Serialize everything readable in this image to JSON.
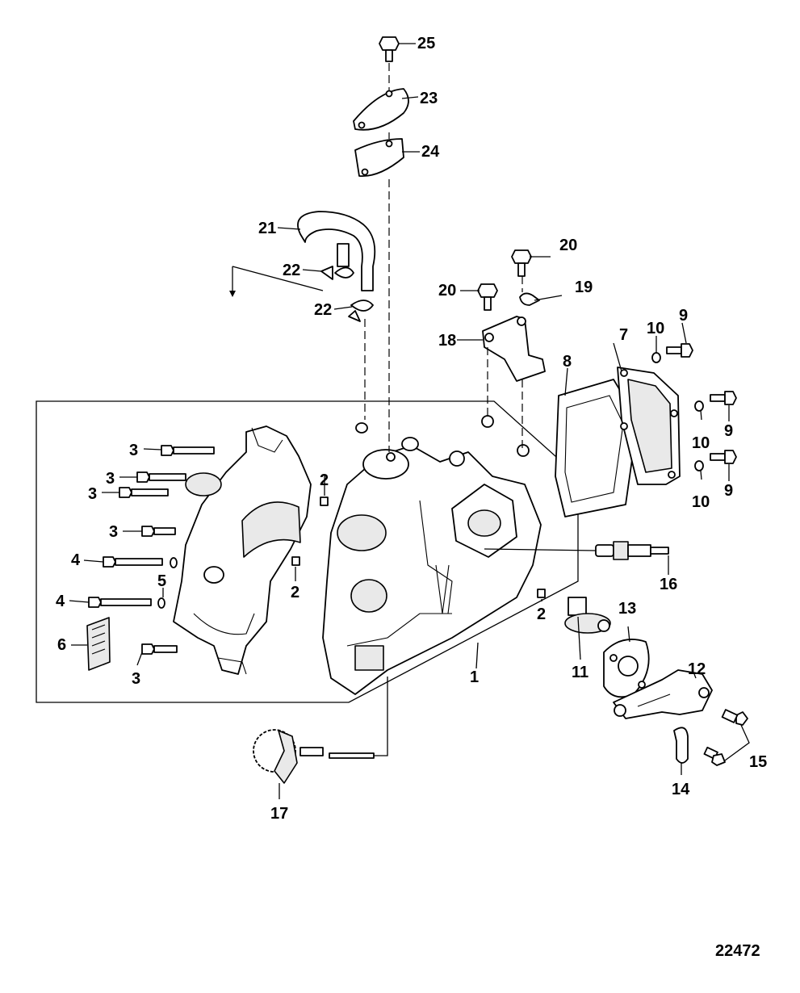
{
  "figure_number": "22472",
  "callouts": [
    "1",
    "2",
    "3",
    "4",
    "5",
    "6",
    "7",
    "8",
    "9",
    "10",
    "11",
    "12",
    "13",
    "14",
    "15",
    "16",
    "17",
    "18",
    "19",
    "20",
    "21",
    "22",
    "23",
    "24",
    "25"
  ],
  "parts": {
    "cylinder_block": "1",
    "dowel_pin": "2",
    "bolt_short": "3",
    "bolt_long": "4",
    "washer_small": "5",
    "decal": "6",
    "cover": "7",
    "gasket_cover": "8",
    "screw_cover": "9",
    "washer_cover": "10",
    "thermostat": "11",
    "thermostat_housing": "12",
    "gasket_thermostat": "13",
    "clip": "14",
    "screw_housing": "15",
    "spark_plug": "16",
    "gear_assembly": "17",
    "bracket": "18",
    "clip_small": "19",
    "screw_bracket": "20",
    "hose": "21",
    "hose_clamp": "22",
    "plate": "23",
    "gasket_plate": "24",
    "screw_plate": "25"
  },
  "colors": {
    "line": "#000000",
    "background": "#ffffff",
    "shade": "#e9e9e9"
  }
}
